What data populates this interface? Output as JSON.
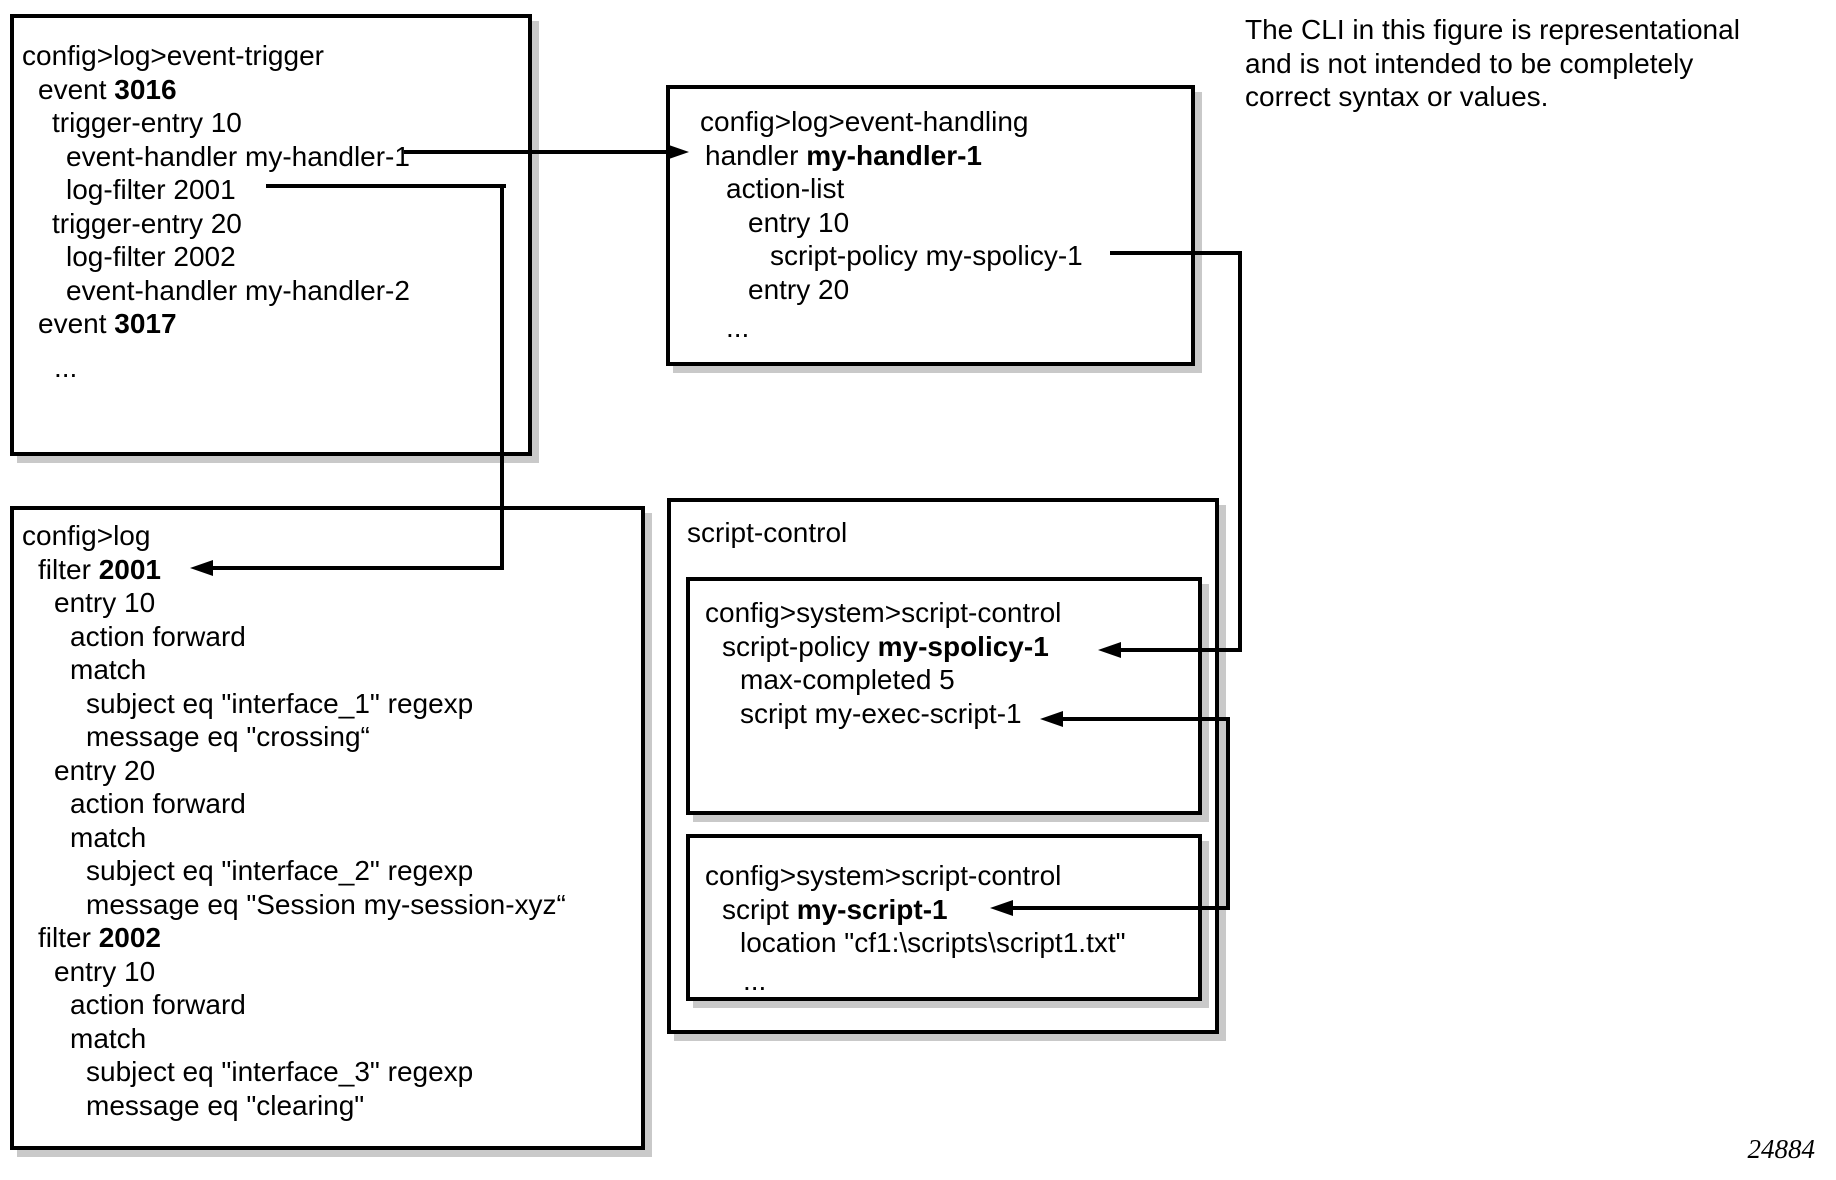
{
  "colors": {
    "line": "#000000",
    "border": "#000000",
    "shadow": "#c9c9c9",
    "background": "#ffffff",
    "text": "#000000"
  },
  "note": {
    "lines": [
      {
        "segs": [
          {
            "t": "The CLI in this figure is representational"
          }
        ]
      },
      {
        "segs": [
          {
            "t": "and is not intended to be completely"
          }
        ]
      },
      {
        "segs": [
          {
            "t": "correct syntax or values."
          }
        ]
      }
    ]
  },
  "figure_number": "24884",
  "event_trigger_box": {
    "lines": [
      {
        "indent": 0,
        "segs": [
          {
            "t": "config>log>event-trigger"
          }
        ]
      },
      {
        "indent": 16,
        "segs": [
          {
            "t": "event "
          },
          {
            "t": "3016",
            "b": true
          }
        ]
      },
      {
        "indent": 30,
        "segs": [
          {
            "t": "trigger-entry 10"
          }
        ]
      },
      {
        "indent": 44,
        "segs": [
          {
            "t": "event-handler my-handler-1"
          }
        ]
      },
      {
        "indent": 44,
        "segs": [
          {
            "t": "log-filter 2001"
          }
        ]
      },
      {
        "indent": 30,
        "segs": [
          {
            "t": "trigger-entry 20"
          }
        ]
      },
      {
        "indent": 44,
        "segs": [
          {
            "t": "log-filter 2002"
          }
        ]
      },
      {
        "indent": 44,
        "segs": [
          {
            "t": "event-handler my-handler-2"
          }
        ]
      },
      {
        "indent": 16,
        "segs": [
          {
            "t": "event "
          },
          {
            "t": "3017",
            "b": true
          }
        ]
      },
      {
        "indent": 32,
        "gap": 10,
        "segs": [
          {
            "t": "..."
          }
        ]
      }
    ]
  },
  "event_handling_box": {
    "lines": [
      {
        "indent": 0,
        "segs": [
          {
            "t": "config>log>event-handling"
          }
        ]
      },
      {
        "indent": 5,
        "segs": [
          {
            "t": "handler "
          },
          {
            "t": "my-handler-1",
            "b": true
          }
        ]
      },
      {
        "indent": 26,
        "segs": [
          {
            "t": "action-list"
          }
        ]
      },
      {
        "indent": 48,
        "segs": [
          {
            "t": "entry 10"
          }
        ]
      },
      {
        "indent": 70,
        "segs": [
          {
            "t": "script-policy my-spolicy-1"
          }
        ]
      },
      {
        "indent": 48,
        "segs": [
          {
            "t": "entry 20"
          }
        ]
      },
      {
        "indent": 26,
        "gap": 5,
        "segs": [
          {
            "t": "..."
          }
        ]
      }
    ]
  },
  "log_filter_box": {
    "lines": [
      {
        "indent": 0,
        "segs": [
          {
            "t": "config>log"
          }
        ]
      },
      {
        "indent": 16,
        "segs": [
          {
            "t": "filter "
          },
          {
            "t": "2001",
            "b": true
          }
        ]
      },
      {
        "indent": 32,
        "segs": [
          {
            "t": "entry 10"
          }
        ]
      },
      {
        "indent": 48,
        "segs": [
          {
            "t": "action forward"
          }
        ]
      },
      {
        "indent": 48,
        "segs": [
          {
            "t": "match"
          }
        ]
      },
      {
        "indent": 64,
        "segs": [
          {
            "t": "subject eq \"interface_1\" regexp"
          }
        ]
      },
      {
        "indent": 64,
        "segs": [
          {
            "t": "message eq \"crossing“"
          }
        ]
      },
      {
        "indent": 32,
        "segs": [
          {
            "t": "entry 20"
          }
        ]
      },
      {
        "indent": 48,
        "segs": [
          {
            "t": "action forward"
          }
        ]
      },
      {
        "indent": 48,
        "segs": [
          {
            "t": "match"
          }
        ]
      },
      {
        "indent": 64,
        "segs": [
          {
            "t": "subject eq \"interface_2\" regexp"
          }
        ]
      },
      {
        "indent": 64,
        "segs": [
          {
            "t": "message eq \"Session my-session-xyz“"
          }
        ]
      },
      {
        "indent": 16,
        "segs": [
          {
            "t": "filter "
          },
          {
            "t": "2002",
            "b": true
          }
        ]
      },
      {
        "indent": 32,
        "segs": [
          {
            "t": "entry 10"
          }
        ]
      },
      {
        "indent": 48,
        "segs": [
          {
            "t": "action forward"
          }
        ]
      },
      {
        "indent": 48,
        "segs": [
          {
            "t": "match"
          }
        ]
      },
      {
        "indent": 64,
        "segs": [
          {
            "t": "subject eq \"interface_3\" regexp"
          }
        ]
      },
      {
        "indent": 64,
        "segs": [
          {
            "t": "message eq \"clearing\""
          }
        ]
      }
    ]
  },
  "script_control": {
    "label": "script-control",
    "policy_box": {
      "lines": [
        {
          "indent": 0,
          "segs": [
            {
              "t": "config>system>script-control"
            }
          ]
        },
        {
          "indent": 17,
          "segs": [
            {
              "t": "script-policy "
            },
            {
              "t": "my-spolicy-1",
              "b": true
            }
          ]
        },
        {
          "indent": 35,
          "segs": [
            {
              "t": "max-completed 5"
            }
          ]
        },
        {
          "indent": 35,
          "segs": [
            {
              "t": "script my-exec-script-1"
            }
          ]
        }
      ]
    },
    "script_box": {
      "lines": [
        {
          "indent": 0,
          "segs": [
            {
              "t": "config>system>script-control"
            }
          ]
        },
        {
          "indent": 17,
          "segs": [
            {
              "t": "script "
            },
            {
              "t": "my-script-1",
              "b": true
            }
          ]
        },
        {
          "indent": 35,
          "segs": [
            {
              "t": "location \"cf1:\\scripts\\script1.txt\""
            }
          ]
        },
        {
          "indent": 38,
          "gap": 4,
          "segs": [
            {
              "t": "..."
            }
          ]
        }
      ]
    }
  }
}
